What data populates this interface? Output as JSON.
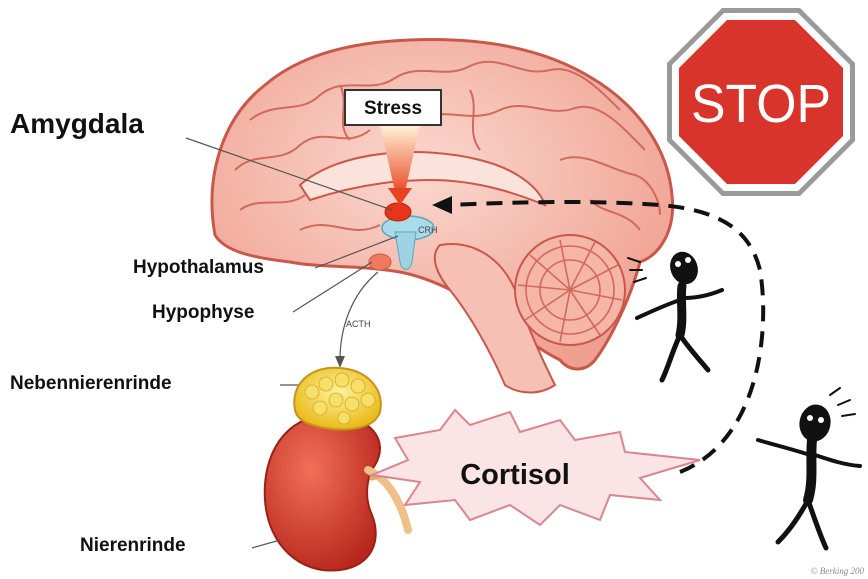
{
  "labels": {
    "amygdala": "Amygdala",
    "stress": "Stress",
    "hypothalamus": "Hypothalamus",
    "hypophyse": "Hypophyse",
    "nebennierenrinde": "Nebennierenrinde",
    "nierenrinde": "Nierenrinde",
    "cortisol": "Cortisol",
    "crh": "CRH",
    "acth": "ACTH",
    "stop": "STOP",
    "credit": "© Berking 200"
  },
  "colors": {
    "brain_fill": "#f3b3a6",
    "brain_stroke": "#c9584a",
    "stop_red": "#d9342b",
    "stress_arrow": "#e8421f",
    "kidney": "#d23a2a",
    "adrenal": "#f4d33a",
    "burst_fill": "#fbe4e6"
  }
}
